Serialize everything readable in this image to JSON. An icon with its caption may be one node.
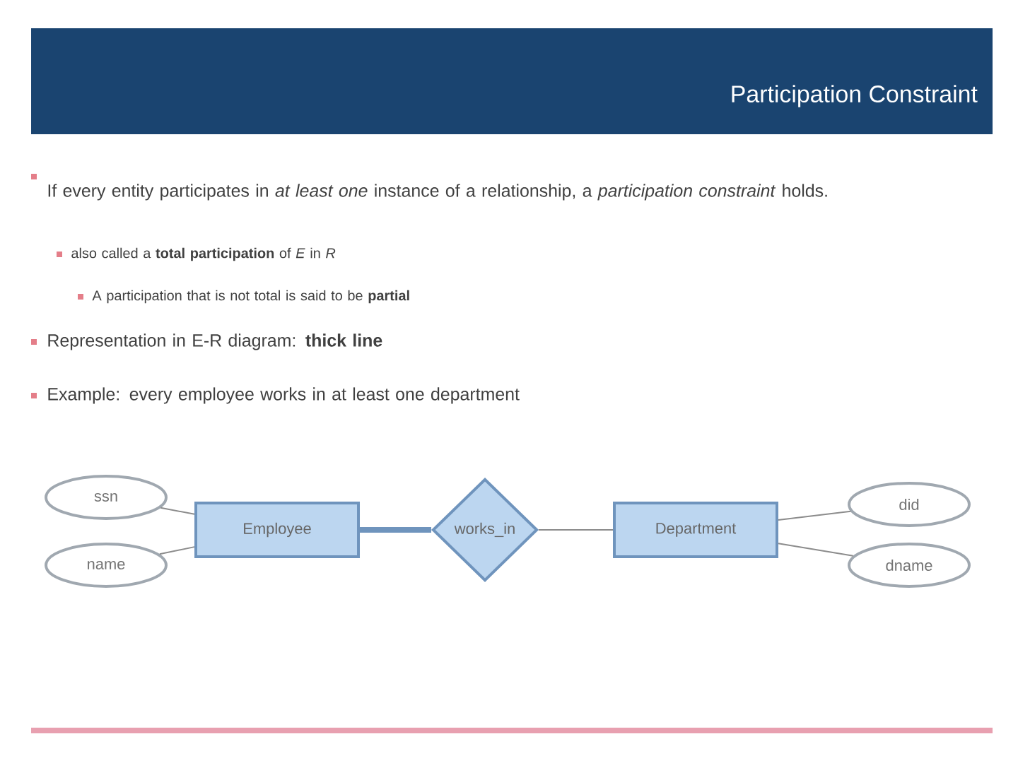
{
  "diagram": {
    "title": "Participation Constraint",
    "nodes": [
      {
        "text": [
          "ssn"
        ]
      },
      {
        "text": [
          "name"
        ]
      },
      {
        "text": [
          "Employee"
        ]
      },
      {
        "text": [
          "works_in"
        ]
      },
      {
        "text": [
          "Department"
        ]
      },
      {
        "text": [
          "did"
        ]
      },
      {
        "text": [
          "dname"
        ]
      }
    ],
    "edges": [
      {
        "from": 0,
        "to": 2,
        "arrow": "none"
      },
      {
        "from": 1,
        "to": 2,
        "arrow": "none"
      },
      {
        "from": 2,
        "to": 3,
        "arrow": "none",
        "style": "thick"
      },
      {
        "from": 3,
        "to": 4,
        "arrow": "none"
      },
      {
        "from": 4,
        "to": 5,
        "arrow": "none"
      },
      {
        "from": 4,
        "to": 6,
        "arrow": "none"
      }
    ],
    "labels": [
      "If every entity participates in *at least one* instance of a relationship, a *participation constraint* holds.",
      "also called a **total participation** of *E* in *R*",
      "A participation that is not total is said to be **partial**",
      "Representation in E-R diagram: **thick line**",
      "Example: every employee works in at least one department"
    ]
  }
}
